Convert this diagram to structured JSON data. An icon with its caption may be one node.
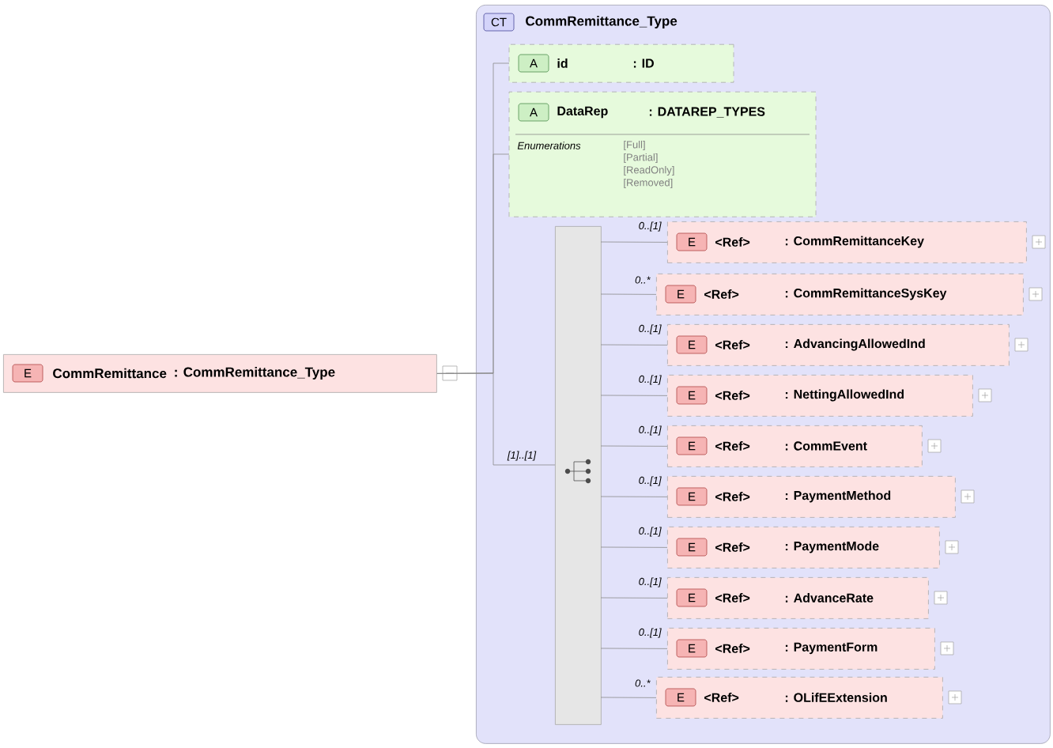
{
  "diagram": {
    "nodes": [
      {
        "text": [
          "E",
          "CommRemittance",
          ": CommRemittance_Type"
        ]
      },
      {
        "text": [
          "CT",
          "CommRemittance_Type"
        ]
      },
      {
        "text": [
          "A",
          "id",
          ": ID"
        ],
        "in": 1
      },
      {
        "text": [
          "A",
          "DataRep",
          ": DATAREP_TYPES",
          "Enumerations",
          "[Full]",
          "[Partial]",
          "[ReadOnly]",
          "[Removed]"
        ],
        "in": 1
      },
      {
        "text": [],
        "shape": "bar",
        "in": 1
      },
      {
        "text": [
          "E",
          "<Ref>",
          ": CommRemittanceKey"
        ],
        "in": 1
      },
      {
        "text": [
          "E",
          "<Ref>",
          ": CommRemittanceSysKey"
        ],
        "in": 1
      },
      {
        "text": [
          "E",
          "<Ref>",
          ": AdvancingAllowedInd"
        ],
        "in": 1
      },
      {
        "text": [
          "E",
          "<Ref>",
          ": NettingAllowedInd"
        ],
        "in": 1
      },
      {
        "text": [
          "E",
          "<Ref>",
          ": CommEvent"
        ],
        "in": 1
      },
      {
        "text": [
          "E",
          "<Ref>",
          ": PaymentMethod"
        ],
        "in": 1
      },
      {
        "text": [
          "E",
          "<Ref>",
          ": PaymentMode"
        ],
        "in": 1
      },
      {
        "text": [
          "E",
          "<Ref>",
          ": AdvanceRate"
        ],
        "in": 1
      },
      {
        "text": [
          "E",
          "<Ref>",
          ": PaymentForm"
        ],
        "in": 1
      },
      {
        "text": [
          "E",
          "<Ref>",
          ": OLifEExtension"
        ],
        "in": 1
      }
    ],
    "edges": [
      {
        "from": 0,
        "to": 2,
        "arrow": "none"
      },
      {
        "from": 0,
        "to": 3,
        "arrow": "none"
      },
      {
        "from": 0,
        "to": 4,
        "arrow": "none",
        "label": "[1]..[1]"
      },
      {
        "from": 4,
        "to": 5,
        "arrow": "none",
        "label": "0..[1]"
      },
      {
        "from": 4,
        "to": 6,
        "arrow": "none",
        "label": "0..*"
      },
      {
        "from": 4,
        "to": 7,
        "arrow": "none",
        "label": "0..[1]"
      },
      {
        "from": 4,
        "to": 8,
        "arrow": "none",
        "label": "0..[1]"
      },
      {
        "from": 4,
        "to": 9,
        "arrow": "none",
        "label": "0..[1]"
      },
      {
        "from": 4,
        "to": 10,
        "arrow": "none",
        "label": "0..[1]"
      },
      {
        "from": 4,
        "to": 11,
        "arrow": "none",
        "label": "0..[1]"
      },
      {
        "from": 4,
        "to": 12,
        "arrow": "none",
        "label": "0..[1]"
      },
      {
        "from": 4,
        "to": 13,
        "arrow": "none",
        "label": "0..[1]"
      },
      {
        "from": 4,
        "to": 14,
        "arrow": "none",
        "label": "0..*"
      }
    ]
  }
}
